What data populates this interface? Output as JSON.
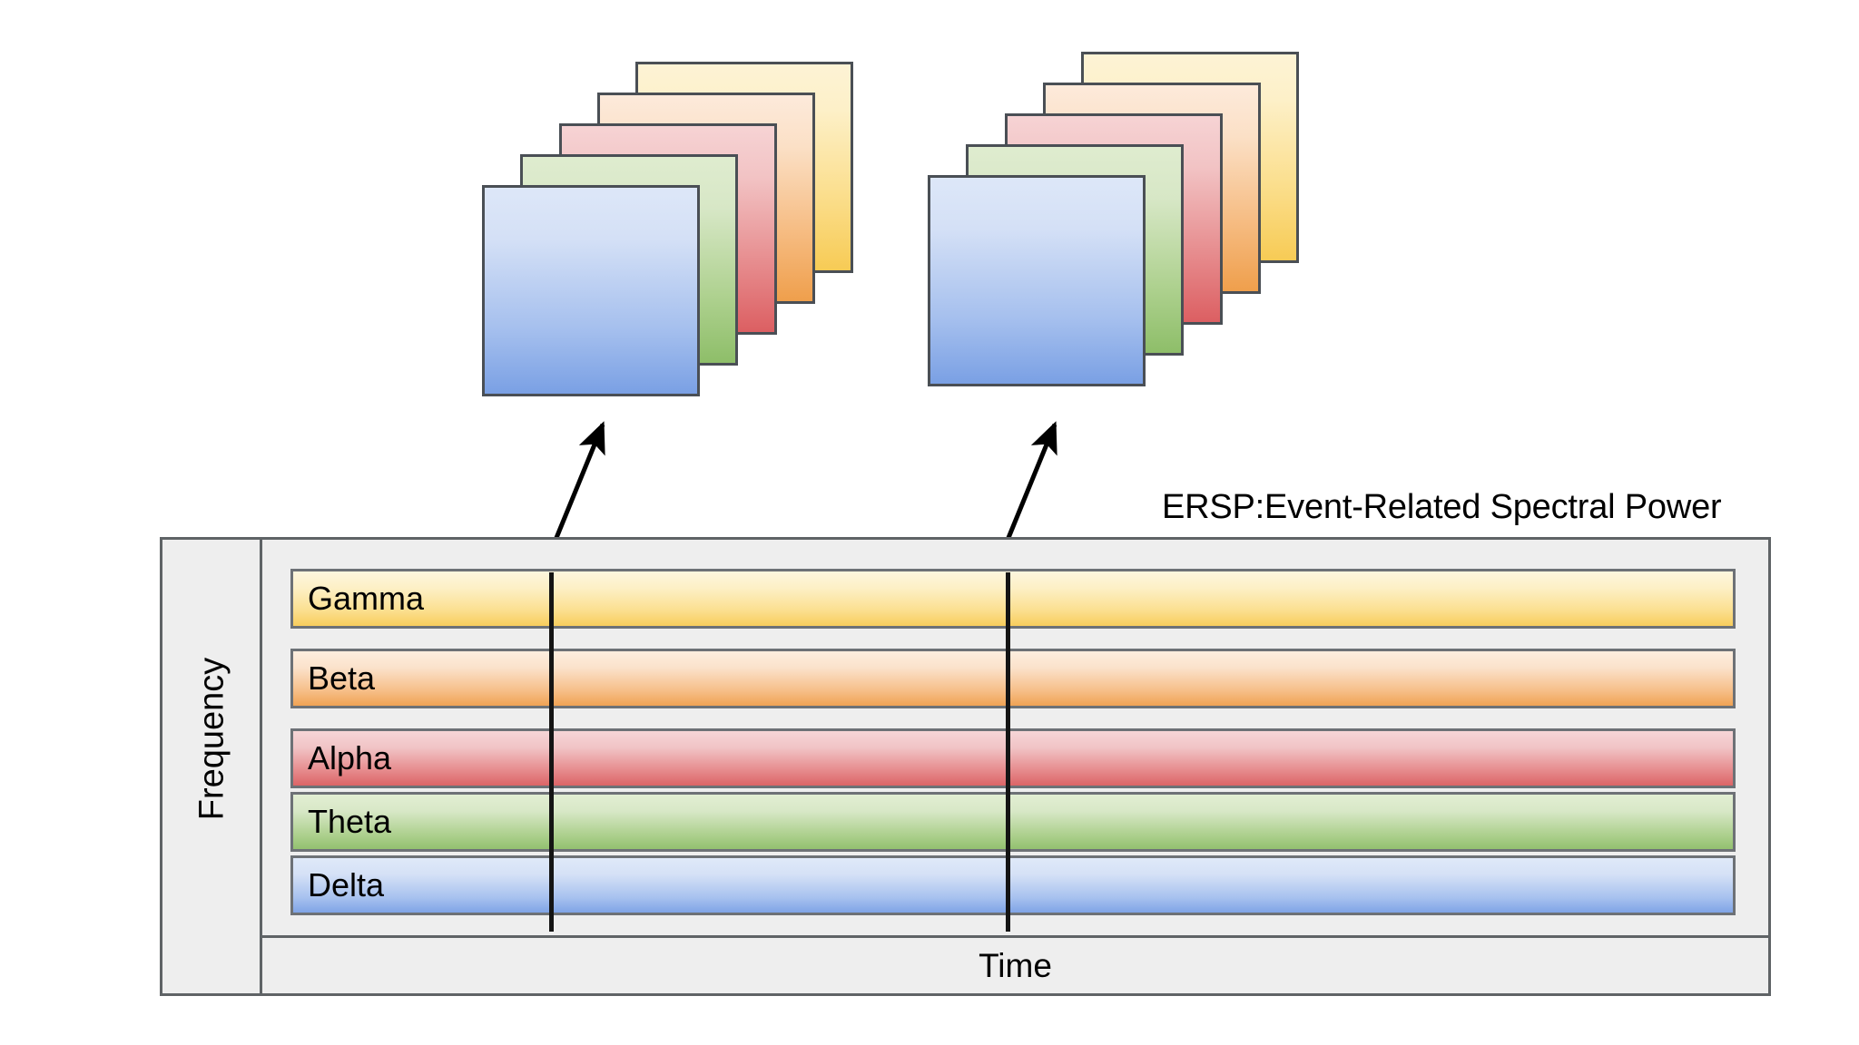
{
  "figure": {
    "caption": "ERSP:Event-Related Spectral Power",
    "y_axis_label": "Frequency",
    "x_axis_label": "Time"
  },
  "bands": [
    {
      "label": "Gamma",
      "color": "#f8cd5c",
      "light": "#fdf6de"
    },
    {
      "label": "Beta",
      "color": "#f0a354",
      "light": "#fdeedf"
    },
    {
      "label": "Alpha",
      "color": "#dc6467",
      "light": "#f6d6d7"
    },
    {
      "label": "Theta",
      "color": "#93c170",
      "light": "#e2eed3"
    },
    {
      "label": "Delta",
      "color": "#7fa4e6",
      "light": "#dfe9f9"
    }
  ],
  "markers": [
    {
      "name": "time-marker-1"
    },
    {
      "name": "time-marker-2"
    }
  ],
  "stacks": [
    {
      "name": "spectral-snapshot-left",
      "cards": [
        "yellow",
        "orange",
        "red",
        "green",
        "blue"
      ]
    },
    {
      "name": "spectral-snapshot-right",
      "cards": [
        "yellow",
        "orange",
        "red",
        "green",
        "blue"
      ]
    }
  ],
  "chart_data": {
    "type": "diagram",
    "title": "ERSP:Event-Related Spectral Power",
    "xlabel": "Time",
    "ylabel": "Frequency",
    "categories": [
      "Gamma",
      "Beta",
      "Alpha",
      "Theta",
      "Delta"
    ],
    "series": [
      {
        "name": "frequency-bands",
        "values": [
          "Gamma",
          "Beta",
          "Alpha",
          "Theta",
          "Delta"
        ]
      }
    ],
    "annotations": [
      "Two time markers cut across all frequency bands",
      "Each marker maps to a stack of 5 frequency-band topographic maps"
    ],
    "grid": false,
    "legend": "none"
  },
  "colors": {
    "frame_border": "#5f6366",
    "panel_background": "#eeeeee",
    "marker_line": "#141414",
    "card_border": "#4a4f55",
    "text": "#000000"
  }
}
